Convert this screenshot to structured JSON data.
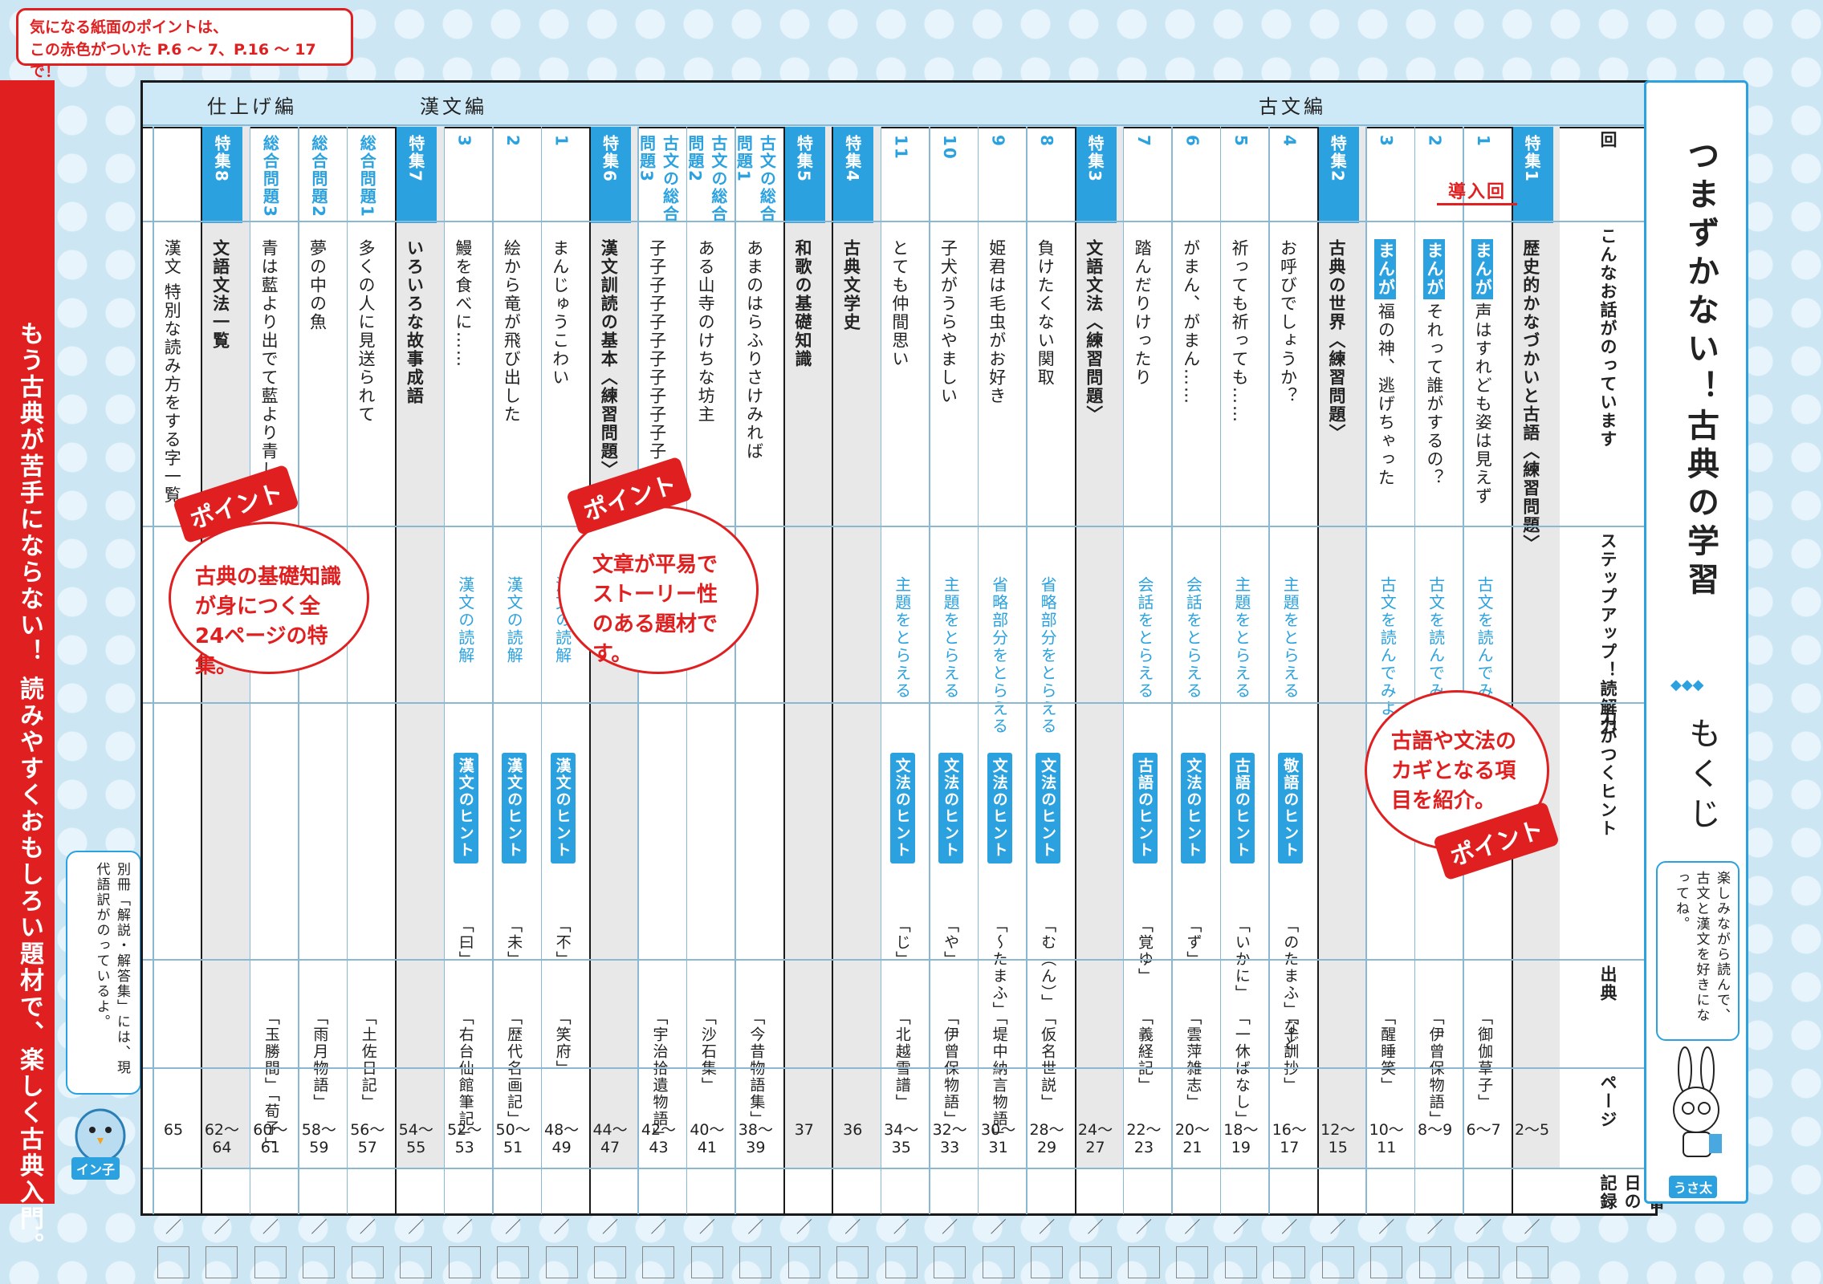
{
  "top_note": [
    "気になる紙面のポイントは、",
    "この赤色がついた P.6 ～ 7、P.16 ～ 17 で！"
  ],
  "side_banner": "もう古典が苦手にならない！ 読みやすくおもしろい題材で、楽しく古典入門。",
  "sections": {
    "shiage": "仕上げ編",
    "kanbun": "漢文編",
    "kobun": "古文編"
  },
  "row_labels": {
    "kai": "回",
    "contents": "こんなお話がのっています",
    "step": "ステップアップ！読解力",
    "hint": "力がつくヒント",
    "source": "出典",
    "page": "ページ",
    "record": "学習日の記録"
  },
  "intro_label": "導入回",
  "columns": [
    {
      "head": "特集1",
      "title": "歴史的かなづかいと古語〈練習問題〉",
      "page": "2～5",
      "special": true
    },
    {
      "head": "1",
      "title": "声はすれども姿は見えず",
      "manga": "まんが",
      "step": "古文を読んでみよう",
      "src": "「御伽草子」",
      "page": "6～7"
    },
    {
      "head": "2",
      "title": "それって誰がするの？",
      "manga": "まんが",
      "step": "古文を読んでみよう",
      "src": "「伊曾保物語」",
      "page": "8～9"
    },
    {
      "head": "3",
      "title": "福の神、逃げちゃった",
      "manga": "まんが",
      "step": "古文を読んでみよう",
      "src": "「醒睡笑」",
      "page": "10～11"
    },
    {
      "head": "特集2",
      "title": "古典の世界〈練習問題〉",
      "page": "12～15",
      "special": true
    },
    {
      "head": "4",
      "title": "お呼びでしょうか？",
      "step": "主題をとらえる",
      "hint": "敬語のヒント",
      "hintx": "「のたまふ」など",
      "src": "「十訓抄」",
      "page": "16～17"
    },
    {
      "head": "5",
      "title": "祈っても祈っても……",
      "step": "主題をとらえる",
      "hint": "古語のヒント",
      "hintx": "「いかに」",
      "src": "「一休ばなし」",
      "page": "18～19"
    },
    {
      "head": "6",
      "title": "がまん、がまん……",
      "step": "会話をとらえる",
      "hint": "文法のヒント",
      "hintx": "「ず」",
      "src": "「雲萍雑志」",
      "page": "20～21"
    },
    {
      "head": "7",
      "title": "踏んだりけったり",
      "step": "会話をとらえる",
      "hint": "古語のヒント",
      "hintx": "「覚ゆ」",
      "src": "「義経記」",
      "page": "22～23"
    },
    {
      "head": "特集3",
      "title": "文語文法〈練習問題〉",
      "page": "24～27",
      "special": true
    },
    {
      "head": "8",
      "title": "負けたくない関取",
      "step": "省略部分をとらえる",
      "hint": "文法のヒント",
      "hintx": "「む（ん）」",
      "src": "「仮名世説」",
      "page": "28～29"
    },
    {
      "head": "9",
      "title": "姫君は毛虫がお好き",
      "step": "省略部分をとらえる",
      "hint": "文法のヒント",
      "hintx": "「～たまふ」",
      "src": "「堤中納言物語」",
      "page": "30～31"
    },
    {
      "head": "10",
      "title": "子犬がうらやましい",
      "step": "主題をとらえる",
      "hint": "文法のヒント",
      "hintx": "「や」",
      "src": "「伊曾保物語」",
      "page": "32～33"
    },
    {
      "head": "11",
      "title": "とても仲間思い",
      "step": "主題をとらえる",
      "hint": "文法のヒント",
      "hintx": "「じ」",
      "src": "「北越雪譜」",
      "page": "34～35"
    },
    {
      "head": "特集4",
      "title": "古典文学史",
      "page": "36",
      "special": true
    },
    {
      "head": "特集5",
      "title": "和歌の基礎知識",
      "page": "37",
      "special": true
    },
    {
      "head": "古文の総合問題1",
      "title": "あまのはらふりさけみれば",
      "src": "「今昔物語集」",
      "page": "38～39"
    },
    {
      "head": "古文の総合問題2",
      "title": "ある山寺のけちな坊主",
      "src": "「沙石集」",
      "page": "40～41"
    },
    {
      "head": "古文の総合問題3",
      "title": "子子子子子子子子子子子子",
      "src": "「宇治拾遺物語」",
      "page": "42～43"
    },
    {
      "head": "特集6",
      "title": "漢文訓読の基本〈練習問題〉",
      "page": "44～47",
      "special": true
    },
    {
      "head": "1",
      "title": "まんじゅうこわい",
      "step": "漢文の読解",
      "hint": "漢文のヒント",
      "hintx": "「不」",
      "src": "「笑府」",
      "page": "48～49"
    },
    {
      "head": "2",
      "title": "絵から竜が飛び出した",
      "step": "漢文の読解",
      "hint": "漢文のヒント",
      "hintx": "「未」",
      "src": "「歴代名画記」",
      "page": "50～51"
    },
    {
      "head": "3",
      "title": "鰻を食べに……",
      "step": "漢文の読解",
      "hint": "漢文のヒント",
      "hintx": "「曰」",
      "src": "「右台仙館筆記」",
      "page": "52～53"
    },
    {
      "head": "特集7",
      "title": "いろいろな故事成語",
      "page": "54～55",
      "special": true
    },
    {
      "head": "総合問題1",
      "title": "多くの人に見送られて",
      "src": "「土佐日記」",
      "page": "56～57"
    },
    {
      "head": "総合問題2",
      "title": "夢の中の魚",
      "src": "「雨月物語」",
      "page": "58～59"
    },
    {
      "head": "総合問題3",
      "title": "青は藍より出でて藍より青し",
      "src": "「玉勝間」「荀子」",
      "page": "60～61"
    },
    {
      "head": "特集8",
      "title": "文語文法一覧",
      "page": "62～64",
      "special": true
    },
    {
      "head": "",
      "title": "漢文 特別な読み方をする字一覧",
      "page": "65",
      "special": false
    }
  ],
  "callouts": [
    "古典の基礎知識が身につく全24ページの特集。",
    "文章が平易でストーリー性のある題材です。",
    "古語や文法のカギとなる項目を紹介。"
  ],
  "point_label": "ポイント",
  "right_panel": {
    "title": "つまずかない！古典の学習",
    "subtitle": "もくじ",
    "speech": "楽しみながら読んで、古文と漢文を好きになってね。",
    "char": "うさ太"
  },
  "left_note": {
    "text": "別冊「解説・解答集」には、現代語訳がのっているよ。",
    "char": "イン子"
  },
  "record_mark": "／",
  "colors": {
    "accent": "#2ba2df",
    "red": "#e02020",
    "band": "#cde9f7"
  }
}
